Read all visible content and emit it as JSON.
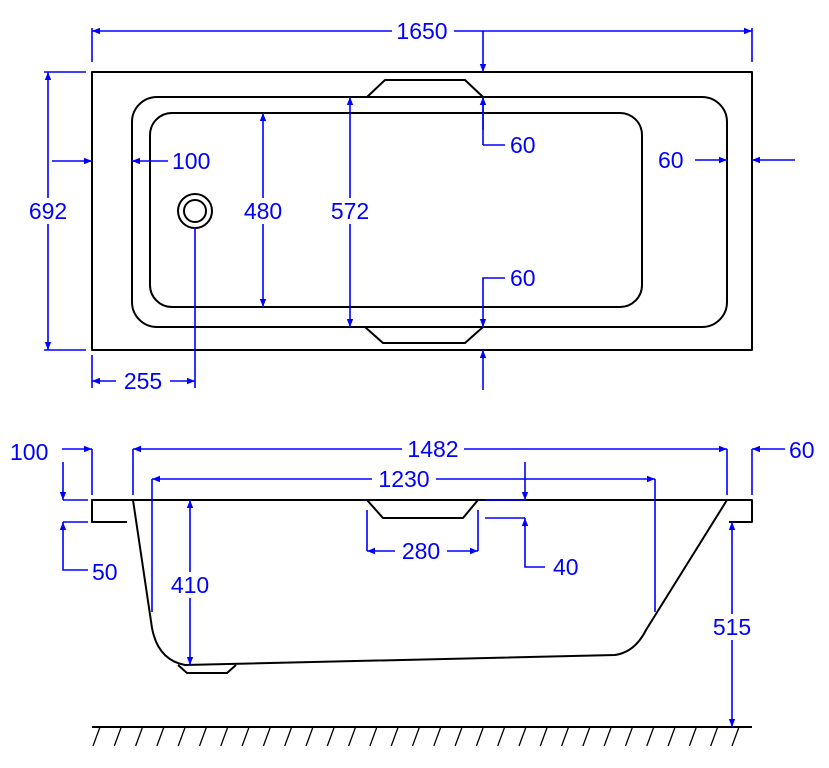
{
  "drawing": {
    "top_view": {
      "overall_length": "1650",
      "overall_width": "692",
      "rim_left": "100",
      "basin_width": "480",
      "inner_width": "572",
      "rim_top": "60",
      "rim_right": "60",
      "rim_bottom": "60",
      "drain_offset": "255"
    },
    "side_view": {
      "top_length": "1482",
      "bottom_length": "1230",
      "lip_left": "100",
      "lip_height": "50",
      "depth": "410",
      "headrest_length": "280",
      "headrest_depth": "40",
      "lip_right": "60",
      "total_height": "515"
    },
    "colors": {
      "dimension": "#0000ff",
      "outline": "#000000"
    }
  }
}
